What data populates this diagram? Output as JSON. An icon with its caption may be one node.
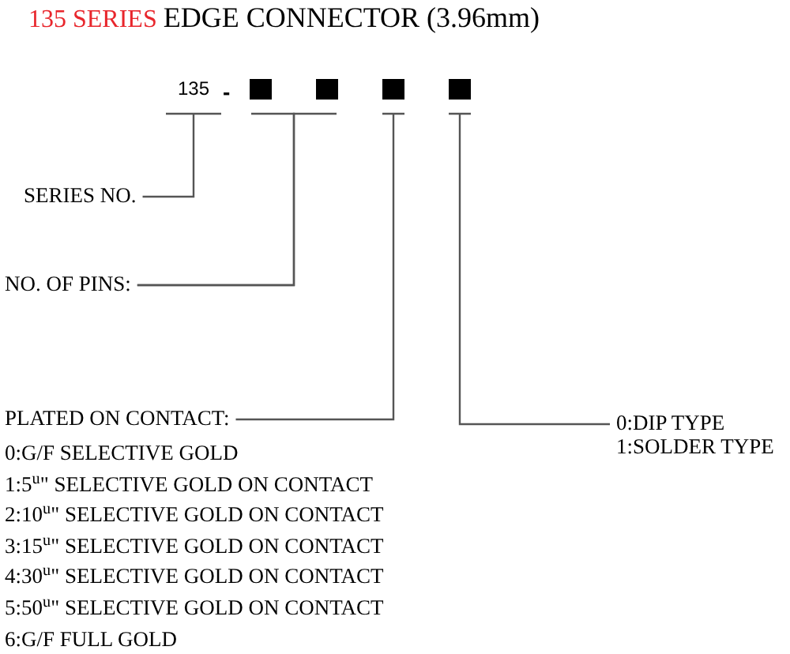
{
  "diagram": {
    "title": "EDGE CONNECTOR (3.96mm)",
    "nodes": [
      {
        "text": [
          "135"
        ]
      },
      {
        "text": [],
        "shape": "box"
      },
      {
        "text": [],
        "shape": "box"
      },
      {
        "text": [],
        "shape": "box"
      },
      {
        "text": [],
        "shape": "box"
      },
      {
        "text": [
          "SERIES NO."
        ]
      },
      {
        "text": [
          "NO. OF PINS:"
        ]
      },
      {
        "text": [
          "PLATED ON CONTACT:"
        ],
        "beside": [
          "0:G/F SELECTIVE GOLD",
          "1:5$^{u}$\" SELECTIVE GOLD ON CONTACT",
          "2:10$^{u}$\" SELECTIVE GOLD ON CONTACT",
          "3:15$^{u}$\" SELECTIVE GOLD ON CONTACT",
          "4:30$^{u}$\" SELECTIVE GOLD ON CONTACT",
          "5:50$^{u}$\" SELECTIVE GOLD ON CONTACT",
          "6:G/F FULL GOLD"
        ]
      },
      {
        "text": [
          "0:DIP TYPE",
          "1:SOLDER TYPE"
        ]
      }
    ],
    "edges": [
      {
        "from": 5,
        "to": 0,
        "arrow": "none"
      },
      {
        "from": 6,
        "to": 1,
        "arrow": "none"
      },
      {
        "from": 6,
        "to": 2,
        "arrow": "none"
      },
      {
        "from": 7,
        "to": 3,
        "arrow": "none"
      },
      {
        "from": 8,
        "to": 4,
        "arrow": "none"
      }
    ],
    "labels": [
      "135 SERIES",
      "-"
    ]
  }
}
